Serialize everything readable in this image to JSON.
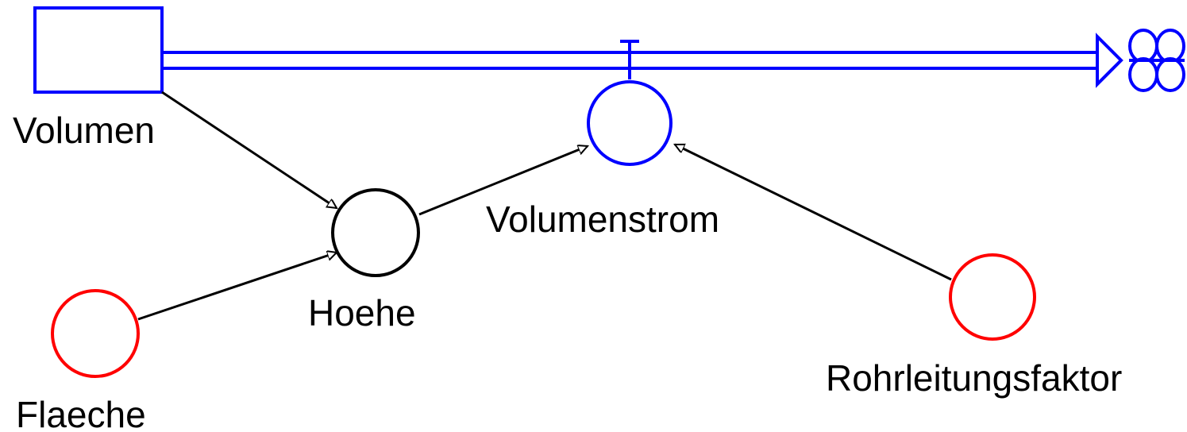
{
  "diagram": {
    "nodes": {
      "volumen": {
        "label": "Volumen",
        "kind": "stock",
        "color": "#0000ff"
      },
      "volumenstrom": {
        "label": "Volumenstrom",
        "kind": "flow-valve",
        "color": "#0000ff"
      },
      "hoehe": {
        "label": "Hoehe",
        "kind": "auxiliary",
        "color": "#000000"
      },
      "flaeche": {
        "label": "Flaeche",
        "kind": "constant",
        "color": "#ff0000"
      },
      "rohrleitungsfaktor": {
        "label": "Rohrleitungsfaktor",
        "kind": "constant",
        "color": "#ff0000"
      },
      "sink": {
        "label": "",
        "kind": "cloud-sink",
        "color": "#0000ff"
      }
    },
    "links": [
      {
        "from": "Volumen",
        "to": "Hoehe"
      },
      {
        "from": "Flaeche",
        "to": "Hoehe"
      },
      {
        "from": "Hoehe",
        "to": "Volumenstrom"
      },
      {
        "from": "Rohrleitungsfaktor",
        "to": "Volumenstrom"
      }
    ],
    "flows": [
      {
        "from": "Volumen",
        "to": "sink",
        "via": "Volumenstrom"
      }
    ]
  }
}
